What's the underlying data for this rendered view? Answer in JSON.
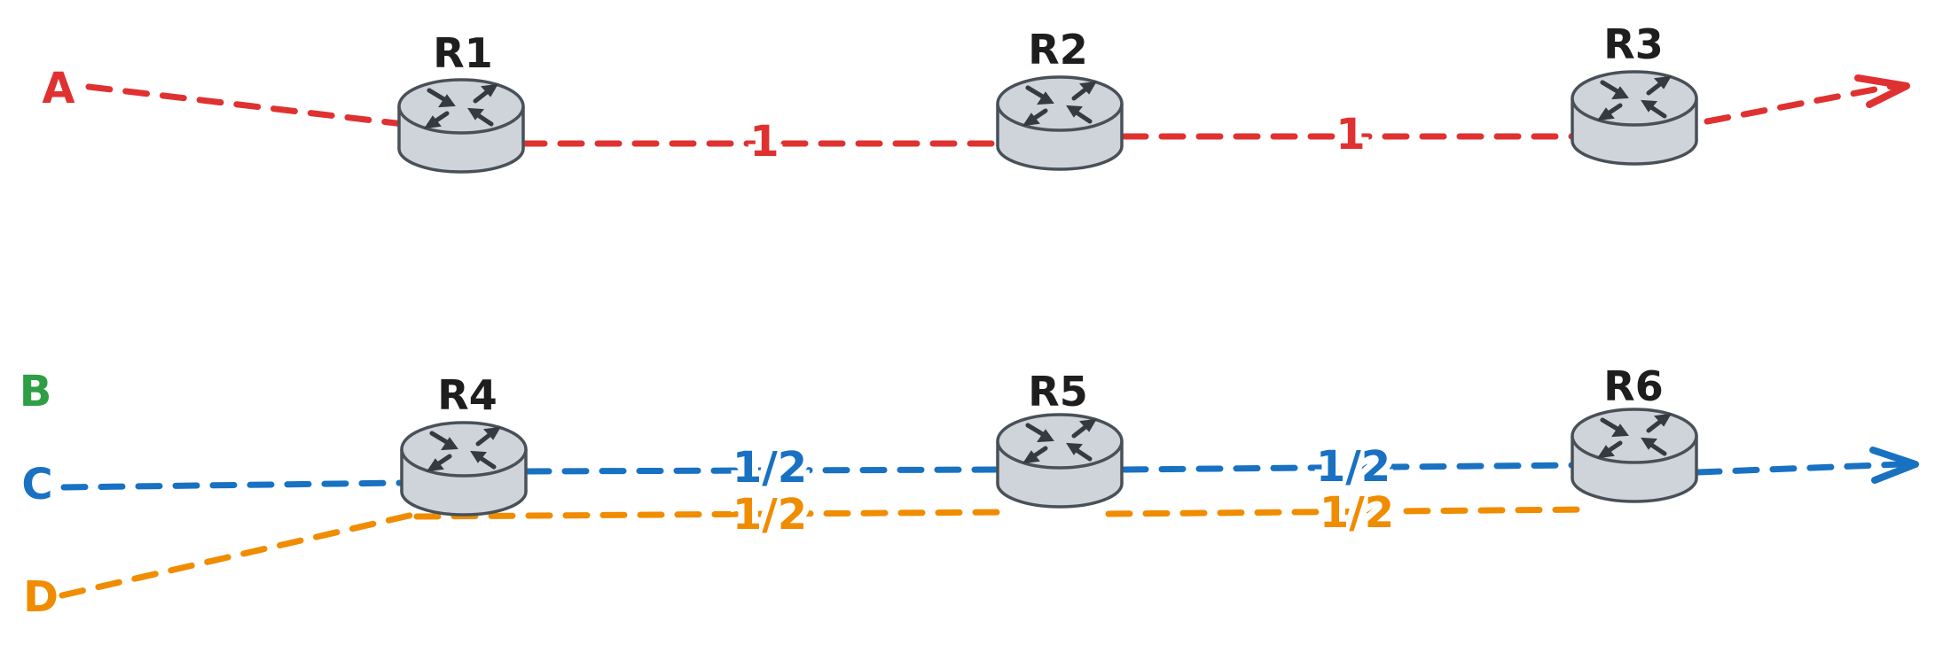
{
  "colors": {
    "red": "#e03131",
    "blue": "#1971c2",
    "orange": "#f08c00",
    "green": "#2f9e44",
    "router_body": "#ced4da",
    "router_outline": "#495057",
    "router_arrows": "#343a40"
  },
  "icon": "router-icon",
  "routers": [
    {
      "id": "R1",
      "label": "R1"
    },
    {
      "id": "R2",
      "label": "R2"
    },
    {
      "id": "R3",
      "label": "R3"
    },
    {
      "id": "R4",
      "label": "R4"
    },
    {
      "id": "R5",
      "label": "R5"
    },
    {
      "id": "R6",
      "label": "R6"
    }
  ],
  "endpoints": [
    {
      "id": "A",
      "label": "A",
      "color": "red"
    },
    {
      "id": "B",
      "label": "B",
      "color": "green"
    },
    {
      "id": "C",
      "label": "C",
      "color": "blue"
    },
    {
      "id": "D",
      "label": "D",
      "color": "orange"
    }
  ],
  "flows": [
    {
      "from": "A",
      "color": "red",
      "links": [
        {
          "label": "1"
        },
        {
          "label": "1"
        }
      ]
    },
    {
      "from": "C",
      "color": "blue",
      "links": [
        {
          "label": "1/2"
        },
        {
          "label": "1/2"
        }
      ]
    },
    {
      "from": "D",
      "color": "orange",
      "links": [
        {
          "label": "1/2"
        },
        {
          "label": "1/2"
        }
      ]
    }
  ]
}
